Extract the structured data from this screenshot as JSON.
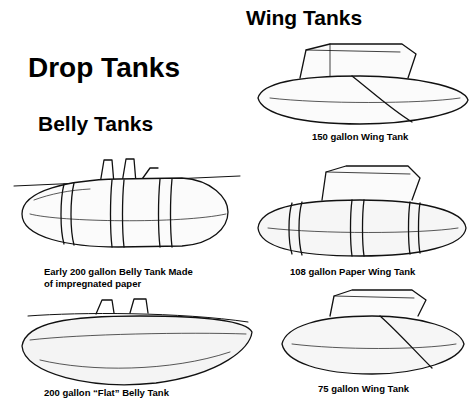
{
  "diagram": {
    "title": "Drop Tanks",
    "labels": [
      "Wing Tanks",
      "Belly Tanks",
      "Early 200 gallon Belly Tank Made of impregnated paper",
      "200 gallon “Flat” Belly Tank",
      "150 gallon Wing Tank",
      "108 gallon Paper Wing Tank",
      "75 gallon Wing Tank"
    ]
  }
}
